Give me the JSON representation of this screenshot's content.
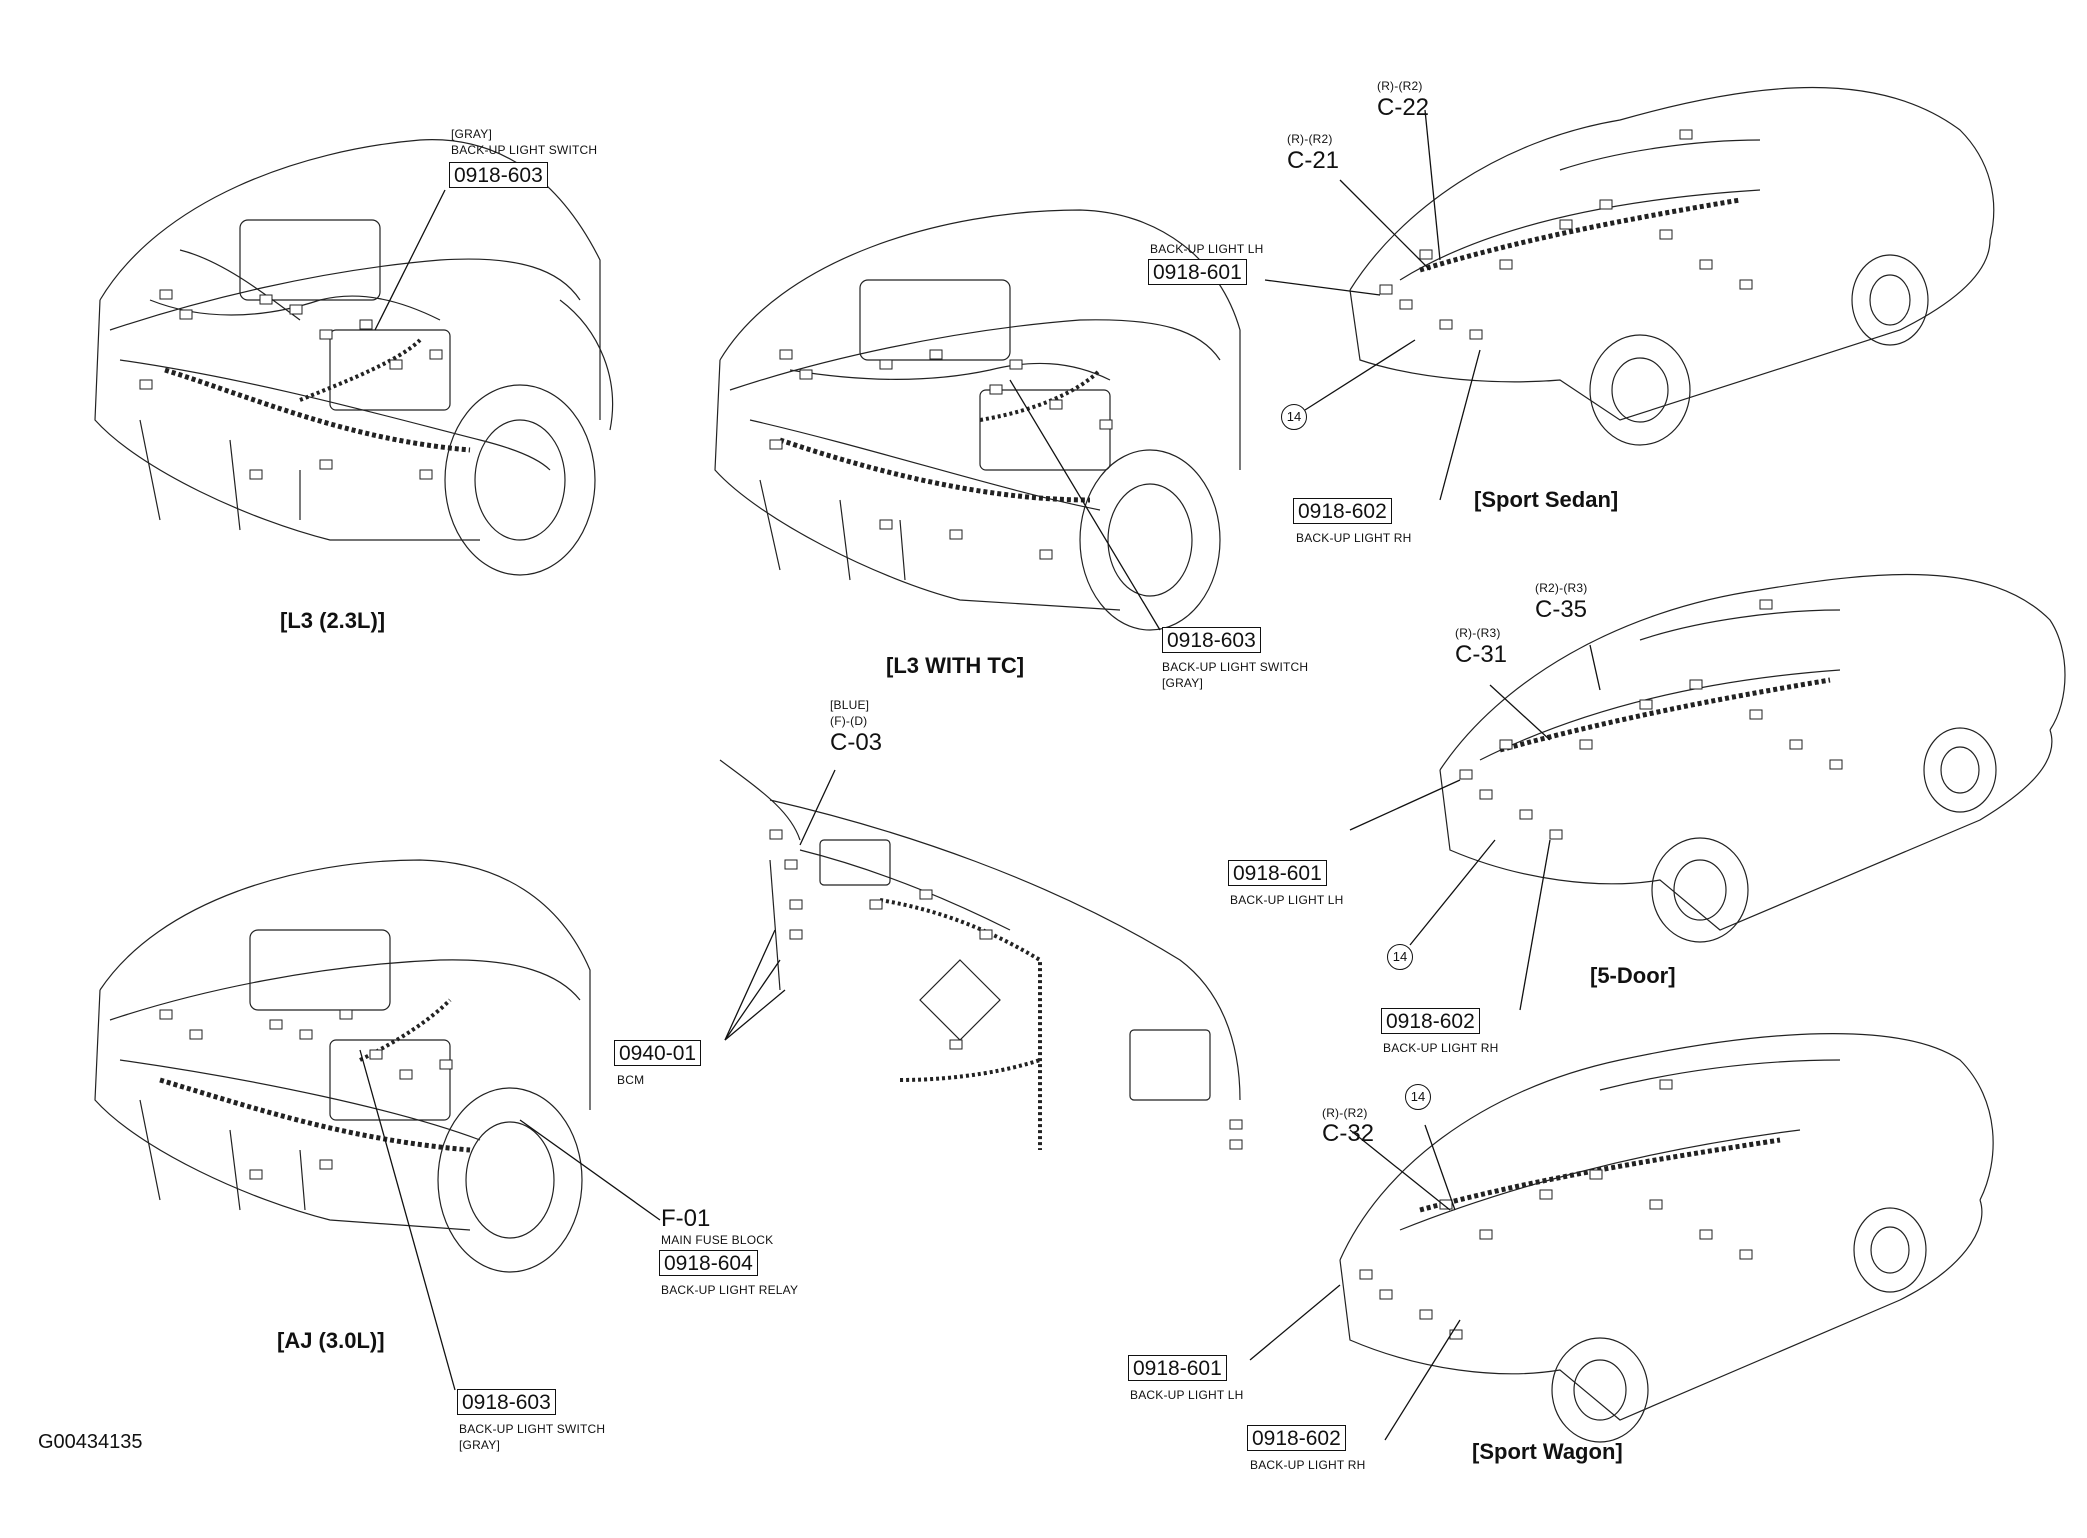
{
  "figure_id": "G00434135",
  "views": {
    "l3": {
      "title": "[L3 (2.3L)]"
    },
    "l3tc": {
      "title": "[L3 WITH TC]"
    },
    "aj": {
      "title": "[AJ (3.0L)]"
    },
    "sedan": {
      "title": "[Sport Sedan]"
    },
    "fivedoor": {
      "title": "[5-Door]"
    },
    "wagon": {
      "title": "[Sport Wagon]"
    }
  },
  "callouts": {
    "l3_switch": {
      "note": "[GRAY]",
      "desc": "BACK-UP LIGHT SWITCH",
      "code": "0918-603"
    },
    "tc_switch": {
      "code": "0918-603",
      "desc": "BACK-UP LIGHT SWITCH",
      "note": "[GRAY]"
    },
    "bcm": {
      "code": "0940-01",
      "desc": "BCM"
    },
    "c03": {
      "note": "[BLUE]",
      "sub": "(F)-(D)",
      "code": "C-03"
    },
    "fuse": {
      "code": "F-01",
      "desc": "MAIN FUSE BLOCK"
    },
    "relay": {
      "code": "0918-604",
      "desc": "BACK-UP LIGHT RELAY"
    },
    "aj_switch": {
      "code": "0918-603",
      "desc": "BACK-UP LIGHT SWITCH",
      "note": "[GRAY]"
    },
    "sedan_c22": {
      "sub": "(R)-(R2)",
      "code": "C-22"
    },
    "sedan_c21": {
      "sub": "(R)-(R2)",
      "code": "C-21"
    },
    "sedan_lh": {
      "desc": "BACK-UP LIGHT LH",
      "code": "0918-601"
    },
    "sedan_14": {
      "code": "14"
    },
    "sedan_rh": {
      "code": "0918-602",
      "desc": "BACK-UP LIGHT RH"
    },
    "fd_c35": {
      "sub": "(R2)-(R3)",
      "code": "C-35"
    },
    "fd_c31": {
      "sub": "(R)-(R3)",
      "code": "C-31"
    },
    "fd_lh": {
      "code": "0918-601",
      "desc": "BACK-UP LIGHT LH"
    },
    "fd_14": {
      "code": "14"
    },
    "fd_rh": {
      "code": "0918-602",
      "desc": "BACK-UP LIGHT RH"
    },
    "wg_c32": {
      "sub": "(R)-(R2)",
      "code": "C-32"
    },
    "wg_14": {
      "code": "14"
    },
    "wg_lh": {
      "code": "0918-601",
      "desc": "BACK-UP LIGHT LH"
    },
    "wg_rh": {
      "code": "0918-602",
      "desc": "BACK-UP LIGHT RH"
    }
  }
}
